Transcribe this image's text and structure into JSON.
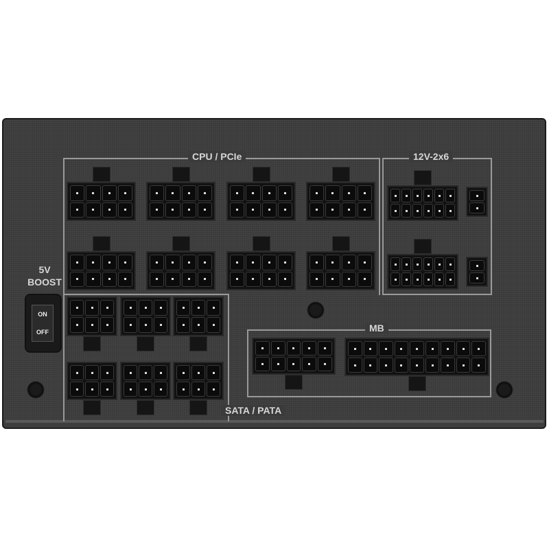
{
  "labels": {
    "cpu_pcie": "CPU / PCIe",
    "v12_2x6": "12V-2x6",
    "boost_line1": "5V",
    "boost_line2": "BOOST",
    "mb": "MB",
    "sata_pata": "SATA / PATA"
  },
  "switch": {
    "on": "ON",
    "off": "OFF"
  }
}
